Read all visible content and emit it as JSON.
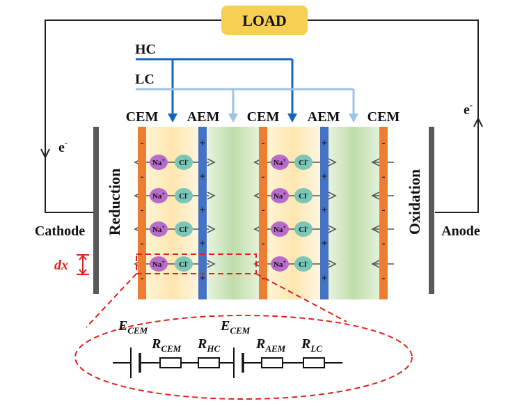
{
  "load": {
    "label": "LOAD"
  },
  "streams": {
    "high": "HC",
    "low": "LC"
  },
  "membranes": {
    "cem": "CEM",
    "aem": "AEM"
  },
  "electrons": {
    "base": "e",
    "sup": "-"
  },
  "electrodes": {
    "cathode": "Cathode",
    "anode": "Anode",
    "reduction": "Reduction",
    "oxidation": "Oxidation"
  },
  "charges": {
    "neg": "-",
    "pos": "+"
  },
  "ions": {
    "na_base": "Na",
    "na_sup": "+",
    "cl_base": "Cl",
    "cl_sup": "-"
  },
  "dx_label": "dx",
  "circuit": {
    "e_base": "E",
    "e_sub": "CEM",
    "r_base": "R",
    "r_cem": "CEM",
    "r_hc": "HC",
    "r_aem": "AEM",
    "r_lc": "LC"
  },
  "colors": {
    "load_fill": "#F7CF52",
    "hc_line": "#1565C0",
    "lc_line": "#9DC3E6",
    "cem": "#ED7D31",
    "aem": "#4472C4",
    "electrode": "#595959",
    "na_ion": "#B86BC9",
    "cl_ion": "#7CC6B8",
    "highlight": "#E0201B",
    "hc_gradient": "#FDEBC0",
    "lc_gradient": "#A9D18E"
  }
}
